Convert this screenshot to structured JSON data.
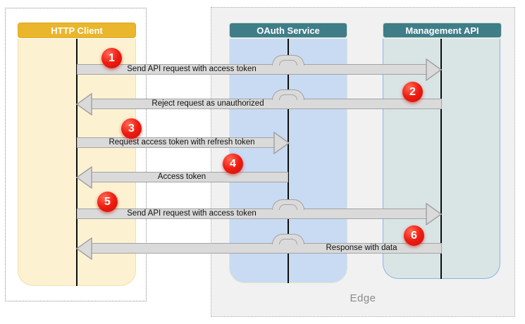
{
  "diagram_type": "sequence-diagram",
  "colors": {
    "client_header": "#eab62b",
    "service_header": "#3f7d89",
    "client_lane": "#fcf1d1",
    "oauth_lane": "#c9daf3",
    "mgmt_lane": "#d9e4e5",
    "edge_region": "#f1f1f2",
    "arrow_fill": "#dadada",
    "arrow_border": "#a3a3a3",
    "step_red": "#e21313"
  },
  "lanes": [
    {
      "label": "HTTP Client"
    },
    {
      "label": "OAuth Service"
    },
    {
      "label": "Management API"
    }
  ],
  "region_label": "Edge",
  "arrows": [
    {
      "step": "1",
      "label": "Send API request with access token",
      "direction": "right",
      "from": "HTTP Client",
      "to": "Management API"
    },
    {
      "step": "2",
      "label": "Reject request as unauthorized",
      "direction": "left",
      "from": "Management API",
      "to": "HTTP Client"
    },
    {
      "step": "3",
      "label": "Request access token with refresh token",
      "direction": "right",
      "from": "HTTP Client",
      "to": "OAuth Service"
    },
    {
      "step": "4",
      "label": "Access token",
      "direction": "left",
      "from": "OAuth Service",
      "to": "HTTP Client"
    },
    {
      "step": "5",
      "label": "Send API request with access token",
      "direction": "right",
      "from": "HTTP Client",
      "to": "Management API"
    },
    {
      "step": "6",
      "label": "Response with data",
      "direction": "left",
      "from": "Management API",
      "to": "HTTP Client"
    }
  ]
}
